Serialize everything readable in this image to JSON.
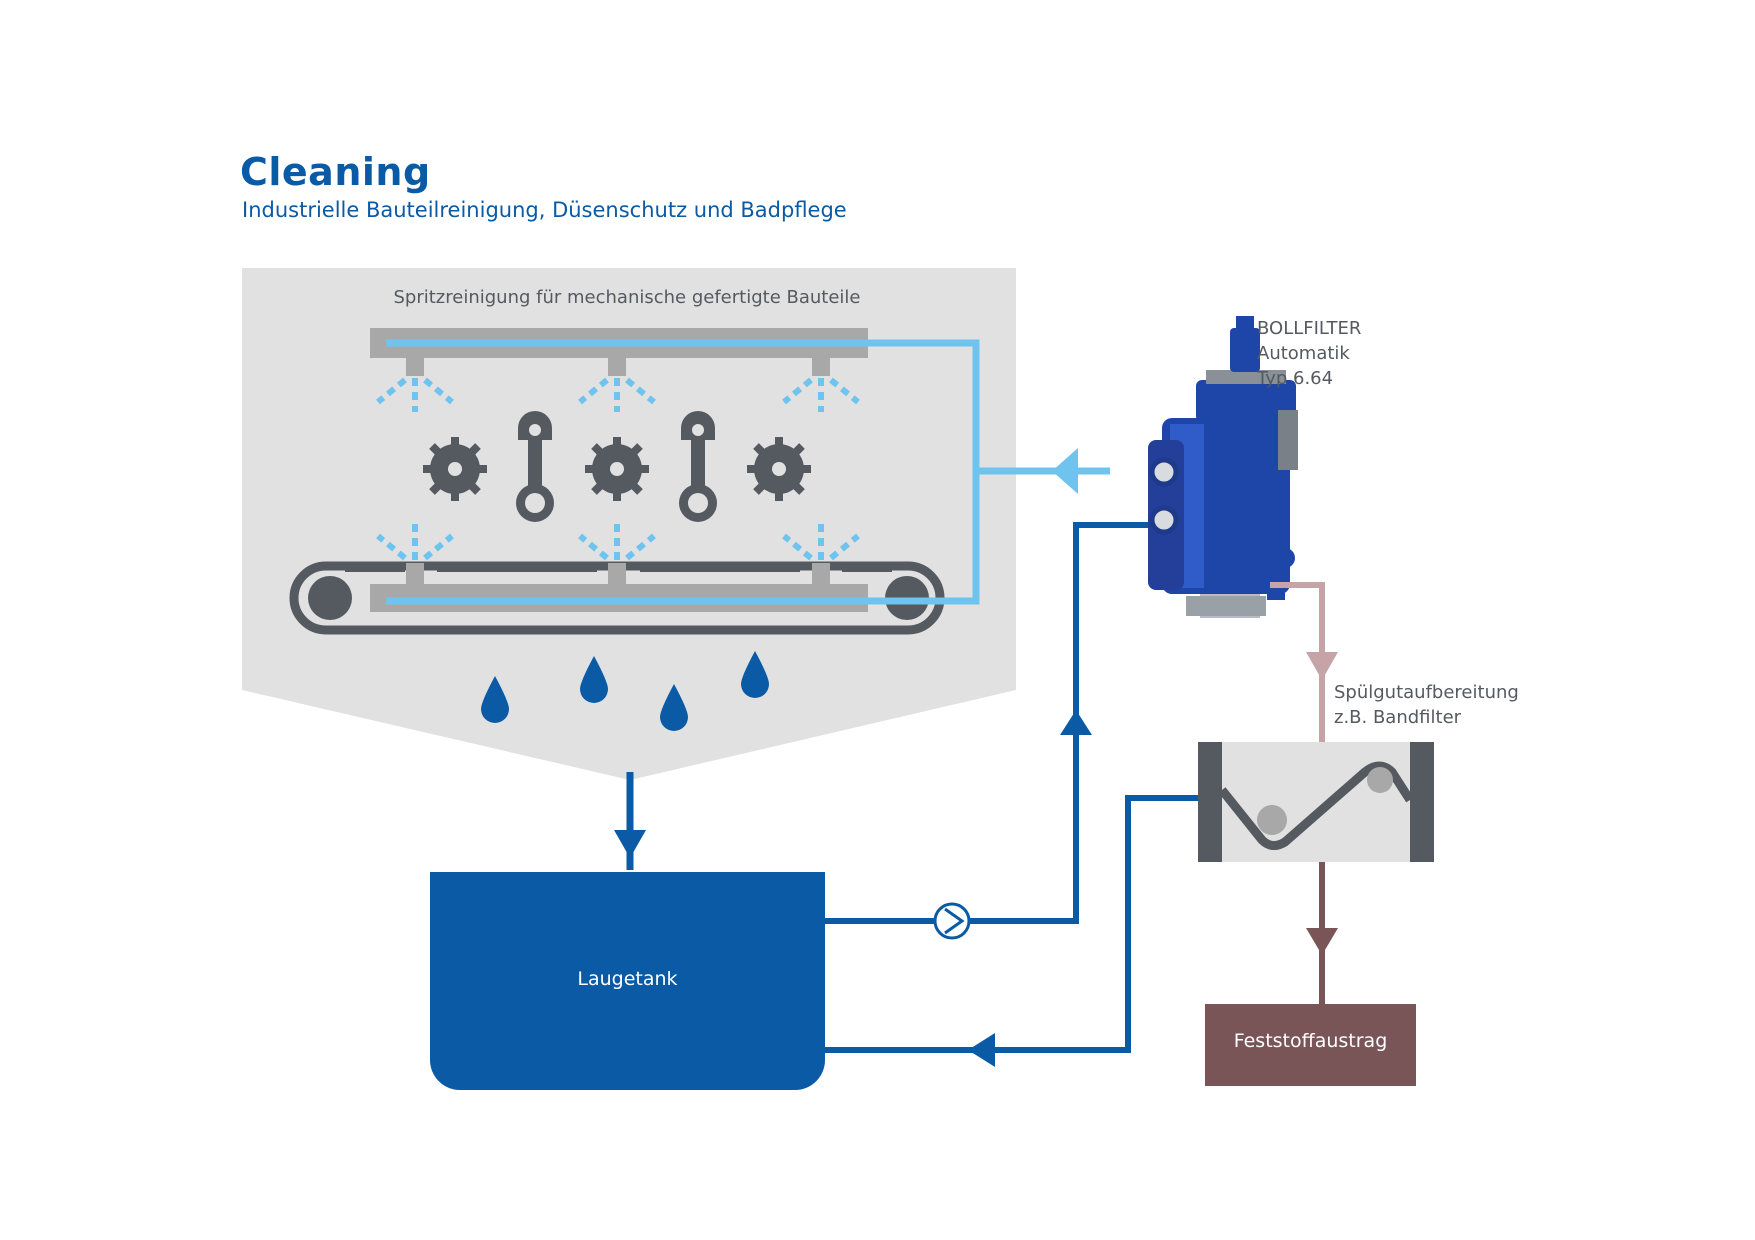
{
  "header": {
    "title": "Cleaning",
    "subtitle": "Industrielle Bauteilreinigung, Düsenschutz und Badpflege"
  },
  "spray_chamber": {
    "label": "Spritzreinigung für mechanische gefertigte Bauteile"
  },
  "filter": {
    "line1": "BOLLFILTER",
    "line2": "Automatik",
    "line3": "Typ 6.64"
  },
  "rinse_treatment": {
    "line1": "Spülgutaufbereitung",
    "line2": "z.B. Bandfilter"
  },
  "tank": {
    "label": "Laugetank"
  },
  "solids": {
    "label": "Feststoffaustrag"
  },
  "colors": {
    "brand_blue": "#0a5aa5",
    "light_blue": "#6ec4ee",
    "chamber_gray": "#e1e1e1",
    "dark_gray": "#555a60",
    "rinse_pink": "#c5a3a6",
    "solids_brown": "#7a5558"
  }
}
